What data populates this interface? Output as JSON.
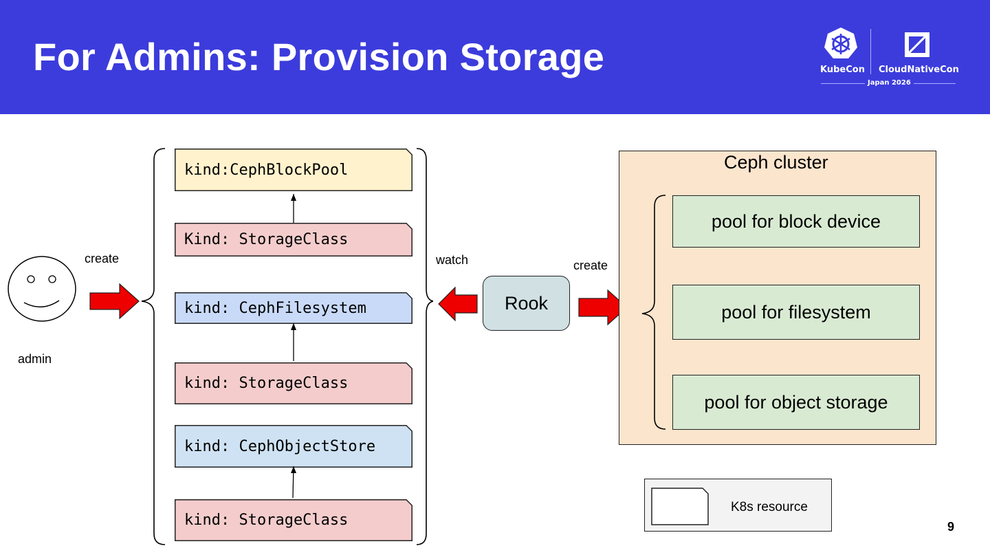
{
  "slide": {
    "title": "For Admins: Provision Storage",
    "page_number": "9",
    "header_color": "#3c3cdc"
  },
  "logo": {
    "kubecon": "KubeCon",
    "cloudnativecon": "CloudNativeCon",
    "event": "Japan 2026"
  },
  "admin": {
    "label": "admin",
    "create_label": "create",
    "icon": "smiley-face-icon"
  },
  "resources": [
    {
      "text": "kind:CephBlockPool",
      "color": "#fff2cc"
    },
    {
      "text": "Kind: StorageClass",
      "color": "#f4cccc"
    },
    {
      "text": "kind: CephFilesystem",
      "color": "#c9daf8"
    },
    {
      "text": "kind: StorageClass",
      "color": "#f4cccc"
    },
    {
      "text": "kind: CephObjectStore",
      "color": "#cfe2f3"
    },
    {
      "text": "kind: StorageClass",
      "color": "#f4cccc"
    }
  ],
  "rook": {
    "label": "Rook",
    "watch_label": "watch",
    "create_label": "create"
  },
  "ceph_cluster": {
    "title": "Ceph cluster",
    "pools": [
      "pool for block device",
      "pool for filesystem",
      "pool for object storage"
    ]
  },
  "legend": {
    "label": "K8s resource"
  },
  "colors": {
    "arrow": "#ee0000",
    "pool": "#d9ead3",
    "cluster": "#fce5cd",
    "rook": "#d0e0e3"
  }
}
